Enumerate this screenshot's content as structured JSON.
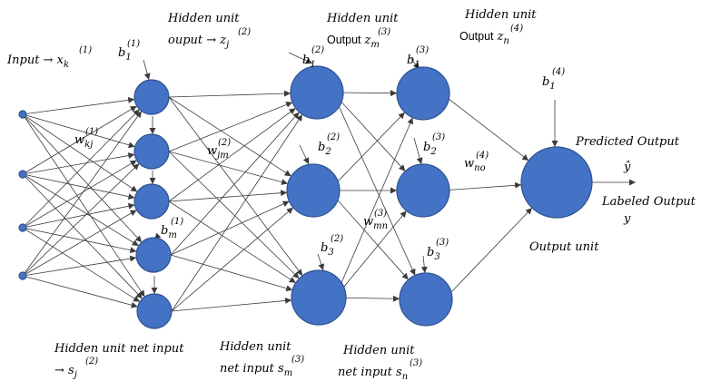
{
  "colors": {
    "node": "#4472c4",
    "node_stroke": "#2f528f",
    "edge": "#3b3b3b"
  },
  "labels": {
    "input": {
      "text": "Input →",
      "var": "x",
      "sub": "k",
      "sup": "(1)"
    },
    "b1_1": {
      "var": "b",
      "sub": "1",
      "sup": "(1)"
    },
    "w_kj": {
      "var": "w",
      "sub": "kj",
      "sup": "(1)"
    },
    "b_m1": {
      "var": "b",
      "sub": "m",
      "sup": "(1)"
    },
    "hidden_output": {
      "line1": "Hidden unit",
      "line2": "ouput →",
      "var": "z",
      "sub": "j",
      "sup": "(2)"
    },
    "w_jm": {
      "var": "w",
      "sub": "jm",
      "sup": "(2)"
    },
    "hidden_net_input": {
      "line1": "Hidden unit net input",
      "line2": "→",
      "var": "s",
      "sub": "j",
      "sup": "(2)"
    },
    "hidden2_output": {
      "line1": "Hidden unit",
      "line2": "Output",
      "var": "z",
      "sub": "m",
      "sup": "(3)"
    },
    "b1_2": {
      "var": "b",
      "sub": "1",
      "sup": "(2)"
    },
    "b2_2": {
      "var": "b",
      "sub": "2",
      "sup": "(2)"
    },
    "b3_2": {
      "var": "b",
      "sub": "3",
      "sup": "(2)"
    },
    "w_mn": {
      "var": "w",
      "sub": "mn",
      "sup": "(3)"
    },
    "hidden2_net_input": {
      "line1": "Hidden unit",
      "line2": "net input",
      "var": "s",
      "sub": "m",
      "sup": "(3)"
    },
    "hidden3_output": {
      "line1": "Hidden unit",
      "line2": "Output",
      "var": "z",
      "sub": "n",
      "sup": "(4)"
    },
    "b1_3": {
      "var": "b",
      "sub": "1",
      "sup": "(3)"
    },
    "b2_3": {
      "var": "b",
      "sub": "2",
      "sup": "(3)"
    },
    "b3_3": {
      "var": "b",
      "sub": "3",
      "sup": "(3)"
    },
    "w_no": {
      "var": "w",
      "sub": "no",
      "sup": "(4)"
    },
    "hidden3_net_input": {
      "line1": "Hidden unit",
      "line2": "net input",
      "var": "s",
      "sub": "n",
      "sup": "(3)"
    },
    "b1_4": {
      "var": "b",
      "sub": "1",
      "sup": "(4)"
    },
    "predicted": {
      "line1": "Predicted Output",
      "line2": "ŷ"
    },
    "labeled": {
      "line1": "Labeled Output",
      "line2": "y"
    },
    "output_unit": {
      "text": "Output unit"
    }
  }
}
